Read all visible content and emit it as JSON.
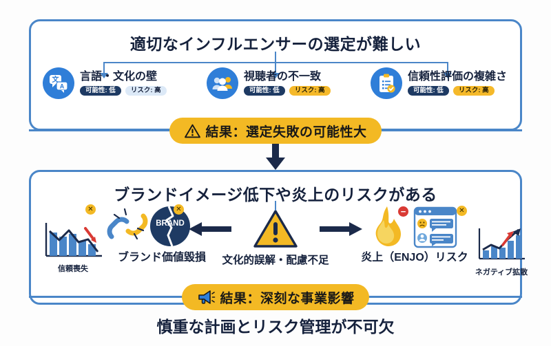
{
  "colors": {
    "panel_border": "#4a86c8",
    "icon_circle": "#2f7ed8",
    "accent_amber": "#f3b924",
    "navy": "#1b2a4a",
    "danger_red": "#d93a34",
    "badge_dark": "#1e3a63",
    "background": "#fdfdfd"
  },
  "top_panel": {
    "title": "適切なインフルエンサーの選定が難しい",
    "factors": [
      {
        "icon": "translate-icon",
        "label": "言語・文化の壁",
        "badges": [
          {
            "text": "可能性: 低",
            "style": "dark"
          },
          {
            "text": "リスク: 高",
            "style": "pale"
          }
        ]
      },
      {
        "icon": "audience-group-icon",
        "label": "視聴者の不一致",
        "badges": [
          {
            "text": "可能性: 低",
            "style": "dark"
          },
          {
            "text": "リスク: 高",
            "style": "amber"
          }
        ]
      },
      {
        "icon": "clipboard-check-icon",
        "label": "信頼性評価の複雑さ",
        "badges": [
          {
            "text": "可能性: 低",
            "style": "dark"
          },
          {
            "text": "リスク: 高",
            "style": "amber"
          }
        ]
      }
    ]
  },
  "result_banner_1": {
    "icon": "warning-triangle-icon",
    "text": "結果：選定失敗の可能性大"
  },
  "bottom_panel": {
    "title": "ブランドイメージ低下や炎上のリスクがある",
    "left_group": {
      "chart_caption": "信頼喪失",
      "main_caption": "ブランド価値毀損",
      "brand_circle_text": "BRAND",
      "icons": [
        "declining-bar-chart-icon",
        "broken-chain-icon",
        "cracked-brand-circle-icon"
      ]
    },
    "center_group": {
      "icon": "warning-triangle-icon",
      "caption": "文化的誤解・配慮不足"
    },
    "right_group": {
      "main_caption": "炎上（ENJO）リスク",
      "chart_caption": "ネガティブ拡散",
      "icons": [
        "flame-icon",
        "comment-thread-icon",
        "rising-bar-chart-icon"
      ]
    }
  },
  "result_banner_2": {
    "icon": "megaphone-icon",
    "text": "結果：深刻な事業影響"
  },
  "closing": {
    "text": "慎重な計画とリスク管理が不可欠"
  }
}
